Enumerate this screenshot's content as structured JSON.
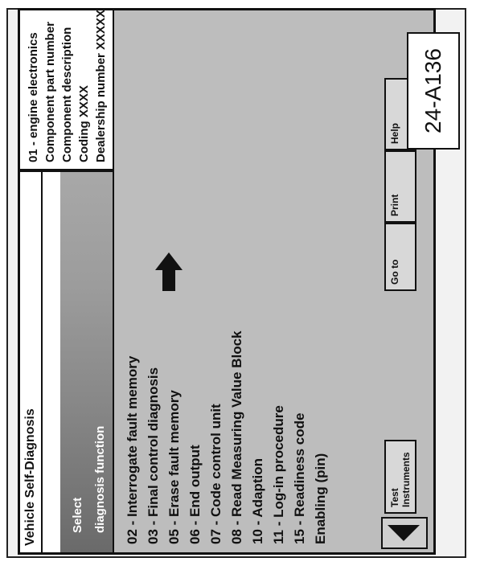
{
  "window": {
    "title": "Vehicle Self-Diagnosis"
  },
  "info": {
    "lines": [
      "01 - engine electronics",
      "Component part number",
      "Component description",
      "Coding XXXX",
      "Dealership number XXXXX"
    ]
  },
  "select": {
    "line1": "Select",
    "line2": "diagnosis function"
  },
  "menu": {
    "items": [
      "02 - Interrogate fault memory",
      "03 - Final control diagnosis",
      "05 - Erase fault memory",
      "06 - End output",
      "07 - Code control unit",
      "08 - Read Measuring Value Block",
      "10 - Adaption",
      "11 - Log-in procedure",
      "15 - Readiness code",
      "Enabling (pin)"
    ],
    "highlighted_index": 5
  },
  "buttons": {
    "test_line1": "Test",
    "test_line2": "Instruments",
    "goto": "Go to",
    "print": "Print",
    "help": "Help"
  },
  "figure_label": "24-A136",
  "colors": {
    "screen_bg": "#bdbdbd",
    "select_bar": "#7a7a7a"
  }
}
